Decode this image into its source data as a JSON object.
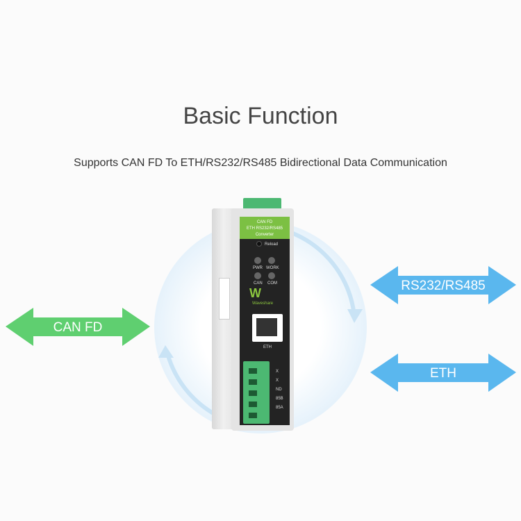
{
  "header": {
    "title": "Basic Function",
    "subtitle": "Supports CAN FD To ETH/RS232/RS485 Bidirectional Data Communication"
  },
  "arrows": {
    "left": {
      "label": "CAN FD",
      "color": "#5fcf70"
    },
    "right_top": {
      "label": "RS232/RS485",
      "color": "#5ab7ee"
    },
    "right_bottom": {
      "label": "ETH",
      "color": "#5ab7ee"
    }
  },
  "device": {
    "panel_label": [
      "CAN FD",
      "ETH RS232/RS485",
      "Converter"
    ],
    "reload": "Reload",
    "leds": [
      "PWR",
      "WORK",
      "CAN",
      "COM"
    ],
    "brand": "Waveshare",
    "eth_label": "ETH",
    "terminal_labels": [
      "X",
      "X",
      "ND",
      "85B",
      "85A"
    ]
  }
}
